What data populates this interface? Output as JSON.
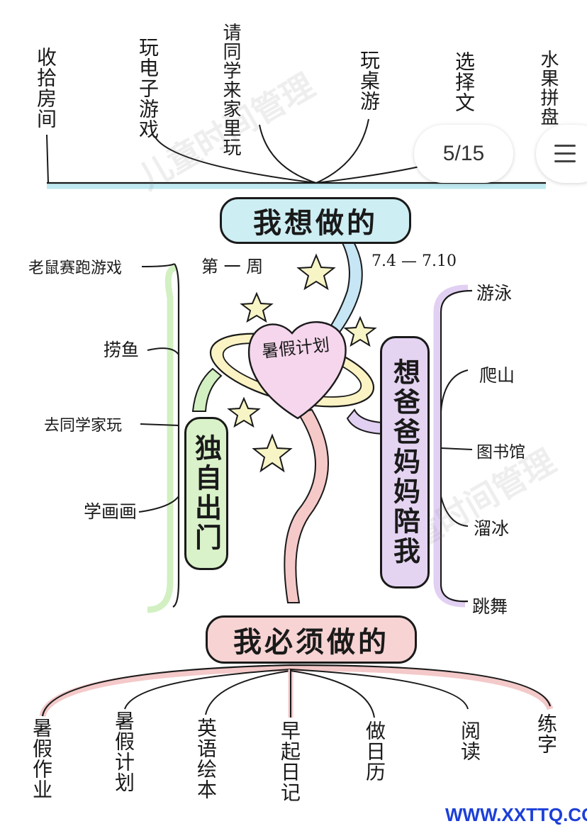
{
  "title": "暑假计划",
  "week": {
    "label": "第 一 周",
    "range": "7.4 — 7.10"
  },
  "pager": {
    "text": "5/15"
  },
  "top_category": {
    "label": "我想做的",
    "color": "#cdeef3",
    "items": [
      "收拾房间",
      "玩电子游戏",
      "请同学来家里玩",
      "玩桌游",
      "选择文…",
      "水果拼盘"
    ]
  },
  "bottom_category": {
    "label": "我必须做的",
    "color": "#f7d3d3",
    "items": [
      "暑假作业",
      "暑假计划",
      "英语绘本",
      "早起日记",
      "做日历",
      "阅读",
      "练字"
    ]
  },
  "left_category": {
    "label": "独自出门",
    "color": "#d9f2c9",
    "items": [
      "老鼠赛跑游戏",
      "捞鱼",
      "去同学家玩",
      "学画画"
    ]
  },
  "right_category": {
    "label": "想爸爸妈妈陪我",
    "color": "#e4d4f2",
    "items": [
      "游泳",
      "爬山",
      "图书馆",
      "溜冰",
      "跳舞"
    ]
  },
  "watermarks": [
    "儿童时间管理",
    "儿童时间管理"
  ],
  "site_url": "WWW.XXTTQ.COM",
  "icons": {
    "star": "star-icon",
    "heart": "heart-icon",
    "menu": "hamburger-menu-icon"
  }
}
